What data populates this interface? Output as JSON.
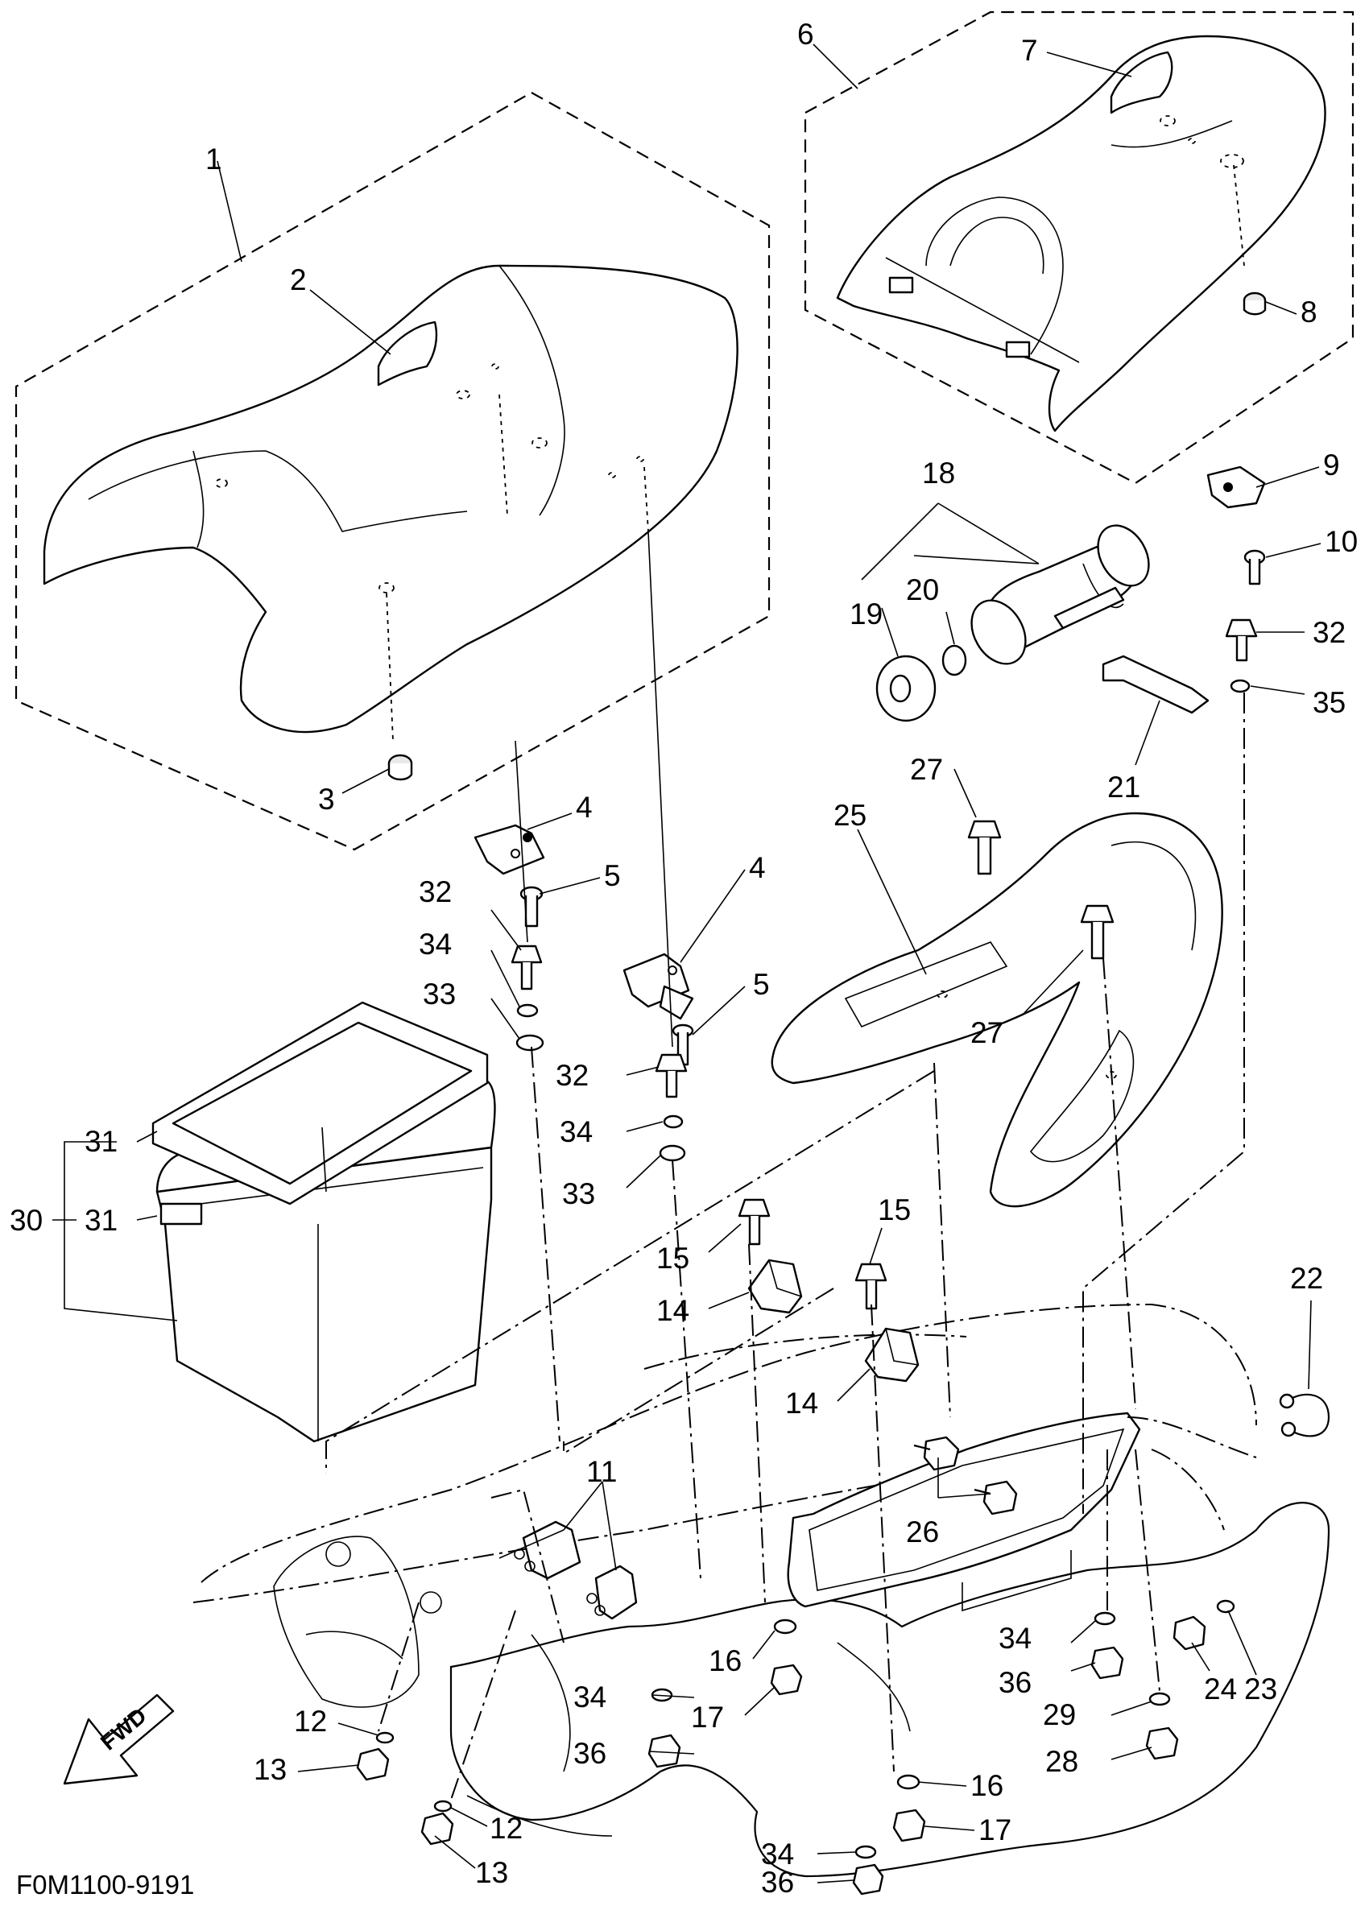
{
  "diagram_code": "F0M1100-9191",
  "direction_label": "FWD",
  "callouts": [
    "1",
    "2",
    "3",
    "4",
    "5",
    "4",
    "5",
    "6",
    "7",
    "8",
    "9",
    "10",
    "18",
    "19",
    "20",
    "21",
    "32",
    "35",
    "27",
    "25",
    "27",
    "32",
    "34",
    "33",
    "32",
    "34",
    "33",
    "31",
    "30",
    "31",
    "15",
    "14",
    "15",
    "14",
    "22",
    "11",
    "26",
    "12",
    "13",
    "12",
    "13",
    "16",
    "17",
    "34",
    "36",
    "34",
    "36",
    "29",
    "28",
    "24",
    "23",
    "16",
    "17",
    "34",
    "36"
  ]
}
